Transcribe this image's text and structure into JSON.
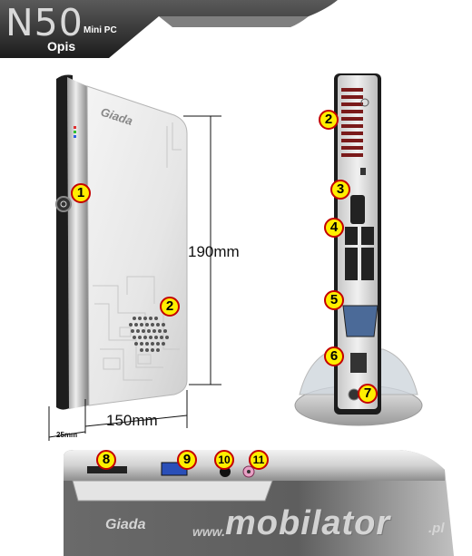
{
  "header": {
    "model": "N50",
    "subtitle": "Mini PC",
    "section": "Opis"
  },
  "dimensions": {
    "height": "190mm",
    "width": "150mm",
    "depth": "25mm"
  },
  "branding": {
    "device_logo": "Giada",
    "watermark_prefix": "www.",
    "watermark_main": "mobilator",
    "watermark_tld": ".pl"
  },
  "callouts": {
    "front": [
      "1",
      "2"
    ],
    "back": [
      "2",
      "3",
      "4",
      "5",
      "6",
      "7"
    ],
    "side": [
      "8",
      "9",
      "10",
      "11"
    ]
  },
  "colors": {
    "badge_fill": "#ffee00",
    "badge_border": "#c40000",
    "banner": "#2b2b2b"
  }
}
